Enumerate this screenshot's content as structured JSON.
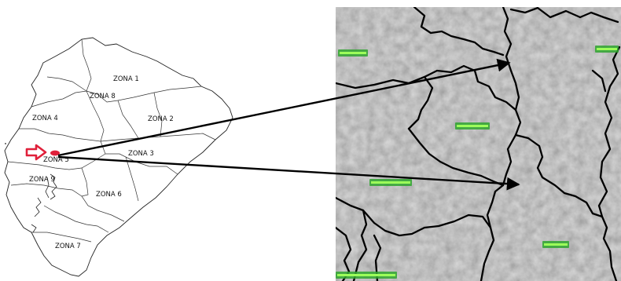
{
  "overview_map": {
    "zones": [
      {
        "id": "zona-1",
        "label": "ZONA 1"
      },
      {
        "id": "zona-2",
        "label": "ZONA 2"
      },
      {
        "id": "zona-3",
        "label": "ZONA 3"
      },
      {
        "id": "zona-4",
        "label": "ZONA 4"
      },
      {
        "id": "zona-5",
        "label": "ZONA 5"
      },
      {
        "id": "zona-6",
        "label": "ZONA 6"
      },
      {
        "id": "zona-7",
        "label": "ZONA 7"
      },
      {
        "id": "zona-8",
        "label": "ZONA 8"
      },
      {
        "id": "zona-9",
        "label": "ZONA 9"
      }
    ],
    "marker": {
      "icon": "hollow-arrow-icon",
      "color": "#e0203a"
    },
    "highlight": {
      "shape": "ellipse",
      "color": "#e0203a"
    }
  },
  "detail_map": {
    "background": "grey hillshade relief",
    "boundary_color": "#000000",
    "label_color": "#7cff3a",
    "place_labels": [
      {
        "id": "top-left"
      },
      {
        "id": "top-right"
      },
      {
        "id": "center"
      },
      {
        "id": "mid-left"
      },
      {
        "id": "bottom-right"
      },
      {
        "id": "bottom-left"
      }
    ]
  },
  "connectors": {
    "icon": "arrow-icon",
    "color": "#000000",
    "count": 2
  }
}
